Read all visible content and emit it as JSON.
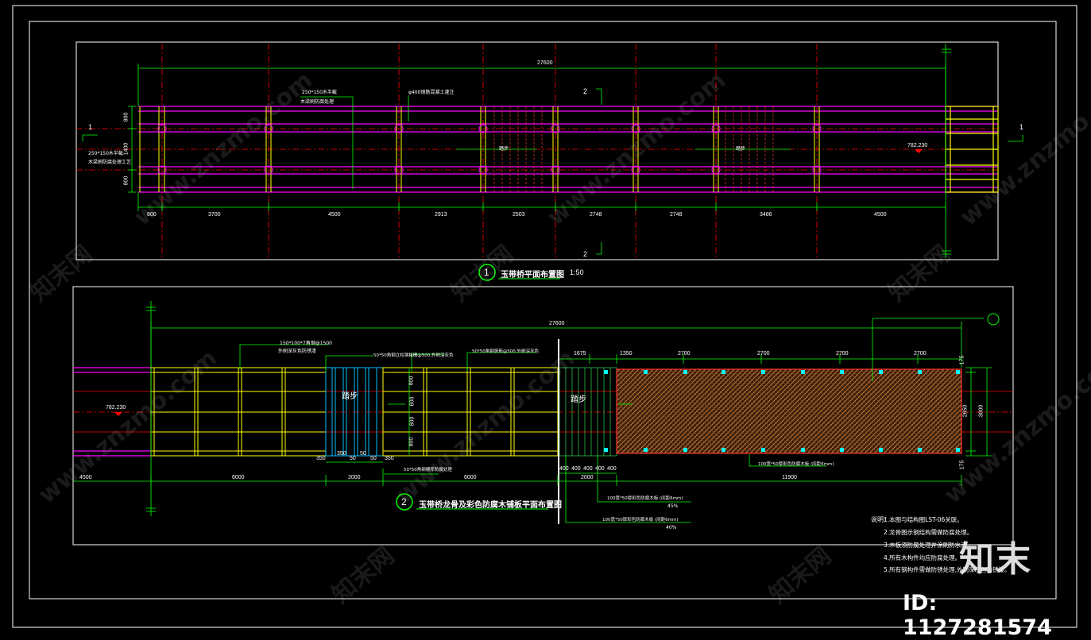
{
  "drawing": {
    "plan1": {
      "overall_dim": "27600",
      "segment_dims": [
        "800",
        "3700",
        "4500",
        "2913",
        "2503",
        "2748",
        "2748",
        "3486",
        "4500"
      ],
      "vertical_dims": [
        "800",
        "1400",
        "800"
      ],
      "section_marks": {
        "left": "1",
        "right": "1",
        "top": "2",
        "bottom": "2"
      },
      "elevation": "782.230",
      "labels": {
        "beam_a": "250*150木半截",
        "beam_a_sub": "木梁刷防腐处理",
        "pile": "φ400钢筋混凝土灌注",
        "left_beam": "250*150木半截",
        "left_beam_sub": "木梁刷防腐处理工艺",
        "step_left": "踏步",
        "step_right": "踏步"
      },
      "title_no": "1",
      "title": "玉带桥平面布置图",
      "scale": "1:50"
    },
    "plan2": {
      "overall_dim": "27600",
      "top_dims": [
        "1675",
        "1350",
        "2700",
        "2700",
        "2700",
        "2700"
      ],
      "right_dims": [
        "175",
        "2650",
        "3000",
        "175"
      ],
      "bottom_small_dims": [
        "350",
        "350",
        "50",
        "50",
        "50",
        "350"
      ],
      "bottom_small_dims2": [
        "400",
        "400",
        "400",
        "400",
        "400"
      ],
      "bottom_dims": [
        "4500",
        "6000",
        "2000",
        "6000",
        "2000",
        "11900"
      ],
      "inner_dims": [
        "800",
        "600",
        "600",
        "800"
      ],
      "elevation": "782.230",
      "labels": {
        "top_note": "150*100*7角钢@1500",
        "top_note_sub": "外刷深灰色防锈漆",
        "mid_note_a": "50*50角钢立柱钢格栅@500,外刷深灰色",
        "mid_note_b": "50*50角钢竖筋@500,外刷深灰色",
        "bottom_note": "50*50角钢横撑防腐处理",
        "deck_note": "100宽*50厚彩色防腐木板 (间距6mm)",
        "note_a": "100宽*50厚彩色防腐木板 (间距6mm)",
        "note_a_pct": "45%",
        "note_b": "100宽*50厚彩色防腐木板 (间距6mm)",
        "note_b_pct": "40%",
        "step_a": "踏步",
        "step_b": "踏步"
      },
      "title_no": "2",
      "title": "玉带桥龙骨及彩色防腐木铺板平面布置图"
    },
    "notes": {
      "heading": "说明:",
      "items": [
        "1.本图与结构图LST-06关联。",
        "2.龙骨图示钢结构需做防腐处理。",
        "3.木板须防腐处理并涂刷防水漆。",
        "4.所有木构件均应防腐处理。",
        "5.所有钢构件需做防锈处理,外刷深灰色防锈漆。"
      ]
    }
  },
  "watermark": {
    "text": "www.znzmo.com",
    "brand": "知末网",
    "logo": "知末",
    "id": "ID: 1127281574"
  },
  "colors": {
    "background": "#000000",
    "frame": "#ffffff",
    "dim": "#00ff00",
    "axis": "#ff0000",
    "beam": "#ff00ff",
    "post": "#ffff00",
    "deck": "#c8702a",
    "blue": "#00ffff"
  }
}
